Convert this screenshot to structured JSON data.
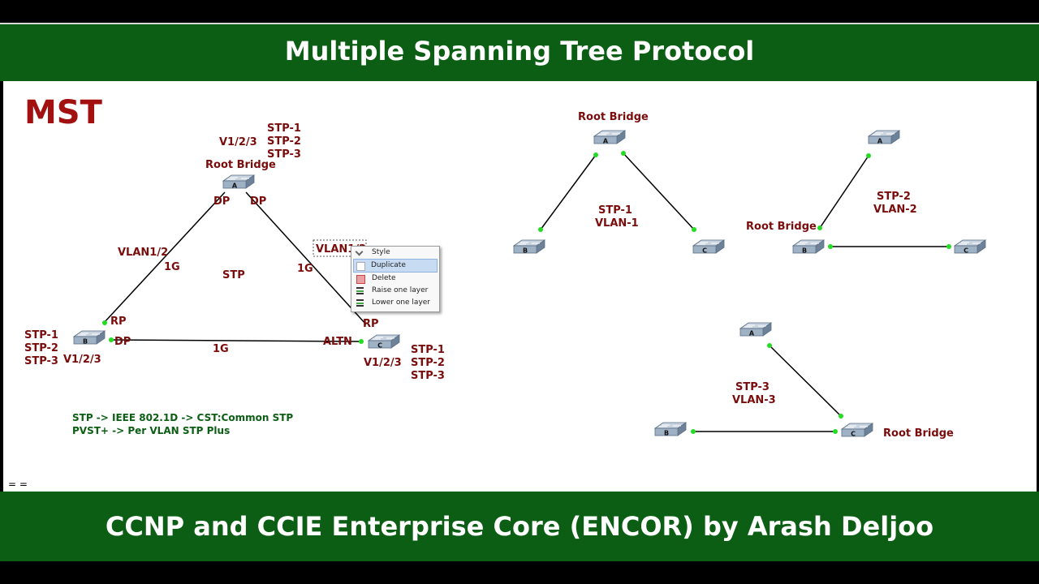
{
  "header": {
    "title": "Multiple Spanning Tree Protocol"
  },
  "footer": {
    "title": "CCNP and CCIE Enterprise Core (ENCOR) by Arash Deljoo"
  },
  "main": {
    "heading": "MST",
    "root_bridge": "Root Bridge",
    "vlans_top": "V1/2/3",
    "stp_list": [
      "STP-1",
      "STP-2",
      "STP-3"
    ],
    "switch_a": "A",
    "switch_b": "B",
    "switch_c": "C",
    "dp": "DP",
    "rp": "RP",
    "altn": "ALTN",
    "link_1g": "1G",
    "vlan_left": "VLAN1/2",
    "vlan_right": "VLAN1/2",
    "center": "STP",
    "vlans_b": "V1/2/3",
    "vlans_c": "V1/2/3",
    "note_1": "STP -> IEEE 802.1D -> CST:Common STP",
    "note_2": "PVST+ -> Per VLAN STP Plus",
    "marker": "= ="
  },
  "context_menu": {
    "items": [
      {
        "label": "Style",
        "icon": "style-icon"
      },
      {
        "label": "Duplicate",
        "icon": "duplicate-icon",
        "selected": true
      },
      {
        "label": "Delete",
        "icon": "delete-icon"
      },
      {
        "label": "Raise one layer",
        "icon": "raise-layer-icon"
      },
      {
        "label": "Lower one layer",
        "icon": "lower-layer-icon"
      }
    ]
  },
  "topologies": [
    {
      "stp": "STP-1",
      "vlan": "VLAN-1",
      "root": "Root Bridge"
    },
    {
      "stp": "STP-2",
      "vlan": "VLAN-2",
      "root": "Root Bridge"
    },
    {
      "stp": "STP-3",
      "vlan": "VLAN-3",
      "root": "Root Bridge"
    }
  ],
  "colors": {
    "bar": "#0b5e14",
    "label": "#7a0c0c",
    "note": "#0b5e14",
    "port": "#22dd22"
  }
}
